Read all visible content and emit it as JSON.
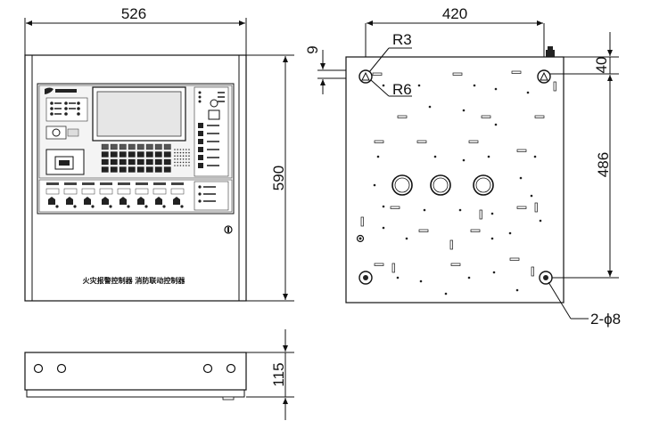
{
  "front_view": {
    "width_dim": "526",
    "height_dim": "590",
    "panel_caption": "火灾报警控制器 消防联动控制器"
  },
  "rear_view": {
    "width_dim": "420",
    "offset_dim": "9",
    "top_dim": "40",
    "spacing_dim": "486",
    "radius_small": "R3",
    "radius_large": "R6",
    "hole_callout": "2-ϕ8"
  },
  "side_view": {
    "depth_dim": "115"
  }
}
